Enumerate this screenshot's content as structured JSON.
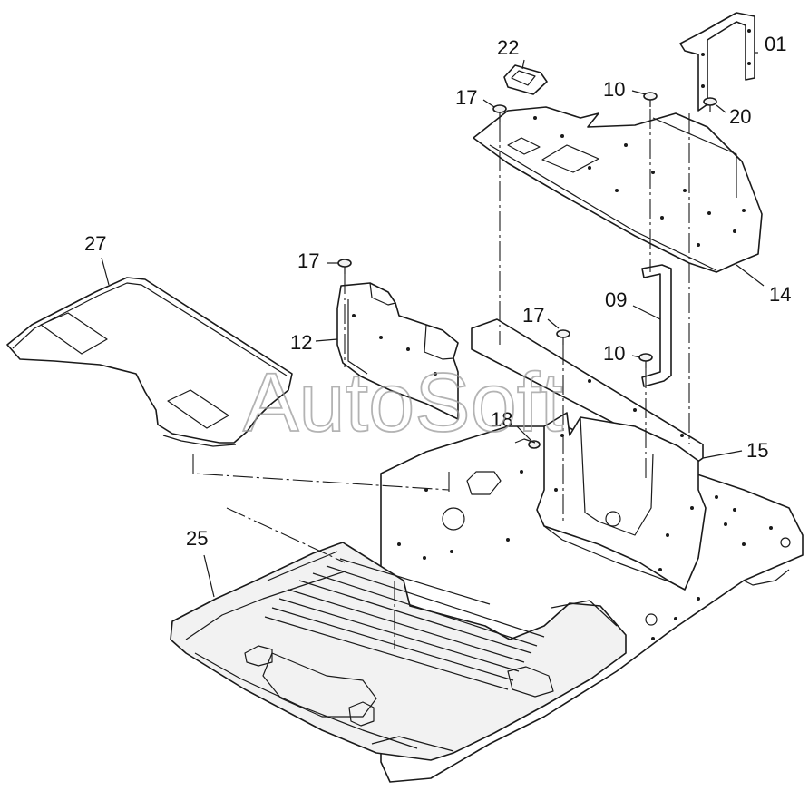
{
  "watermark": "AutoSoft",
  "callouts": {
    "p01": "01",
    "p22": "22",
    "p17a": "17",
    "p10a": "10",
    "p20": "20",
    "p14": "14",
    "p27": "27",
    "p17b": "17",
    "p12": "12",
    "p09": "09",
    "p17c": "17",
    "p10b": "10",
    "p18": "18",
    "p15": "15",
    "p25": "25"
  },
  "colors": {
    "ink": "#1a1a1a",
    "paper": "#ffffff",
    "watermark": "#9a9a9a"
  }
}
